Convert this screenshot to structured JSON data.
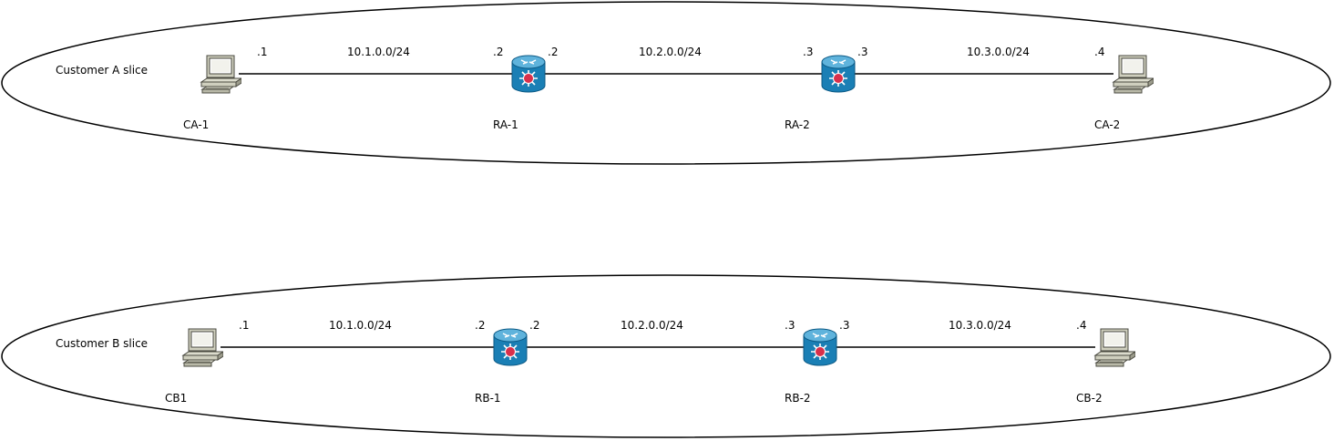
{
  "slices": [
    {
      "title": "Customer A slice",
      "nodes": [
        {
          "type": "pc",
          "name": "CA-1",
          "addr": ".1"
        },
        {
          "type": "router",
          "name": "RA-1",
          "addr_left": ".2",
          "addr_right": ".2"
        },
        {
          "type": "router",
          "name": "RA-2",
          "addr_left": ".3",
          "addr_right": ".3"
        },
        {
          "type": "pc",
          "name": "CA-2",
          "addr": ".4"
        }
      ],
      "links": [
        "10.1.0.0/24",
        "10.2.0.0/24",
        "10.3.0.0/24"
      ]
    },
    {
      "title": "Customer B slice",
      "nodes": [
        {
          "type": "pc",
          "name": "CB1",
          "addr": ".1"
        },
        {
          "type": "router",
          "name": "RB-1",
          "addr_left": ".2",
          "addr_right": ".2"
        },
        {
          "type": "router",
          "name": "RB-2",
          "addr_left": ".3",
          "addr_right": ".3"
        },
        {
          "type": "pc",
          "name": "CB-2",
          "addr": ".4"
        }
      ],
      "links": [
        "10.1.0.0/24",
        "10.2.0.0/24",
        "10.3.0.0/24"
      ]
    }
  ],
  "icons": {
    "pc": "computer-icon",
    "router": "router-icon"
  },
  "colors": {
    "router_body": "#1a7fb5",
    "router_top": "#5fb3dc",
    "router_core": "#d9304b",
    "pc_body": "#cfcfbe"
  }
}
